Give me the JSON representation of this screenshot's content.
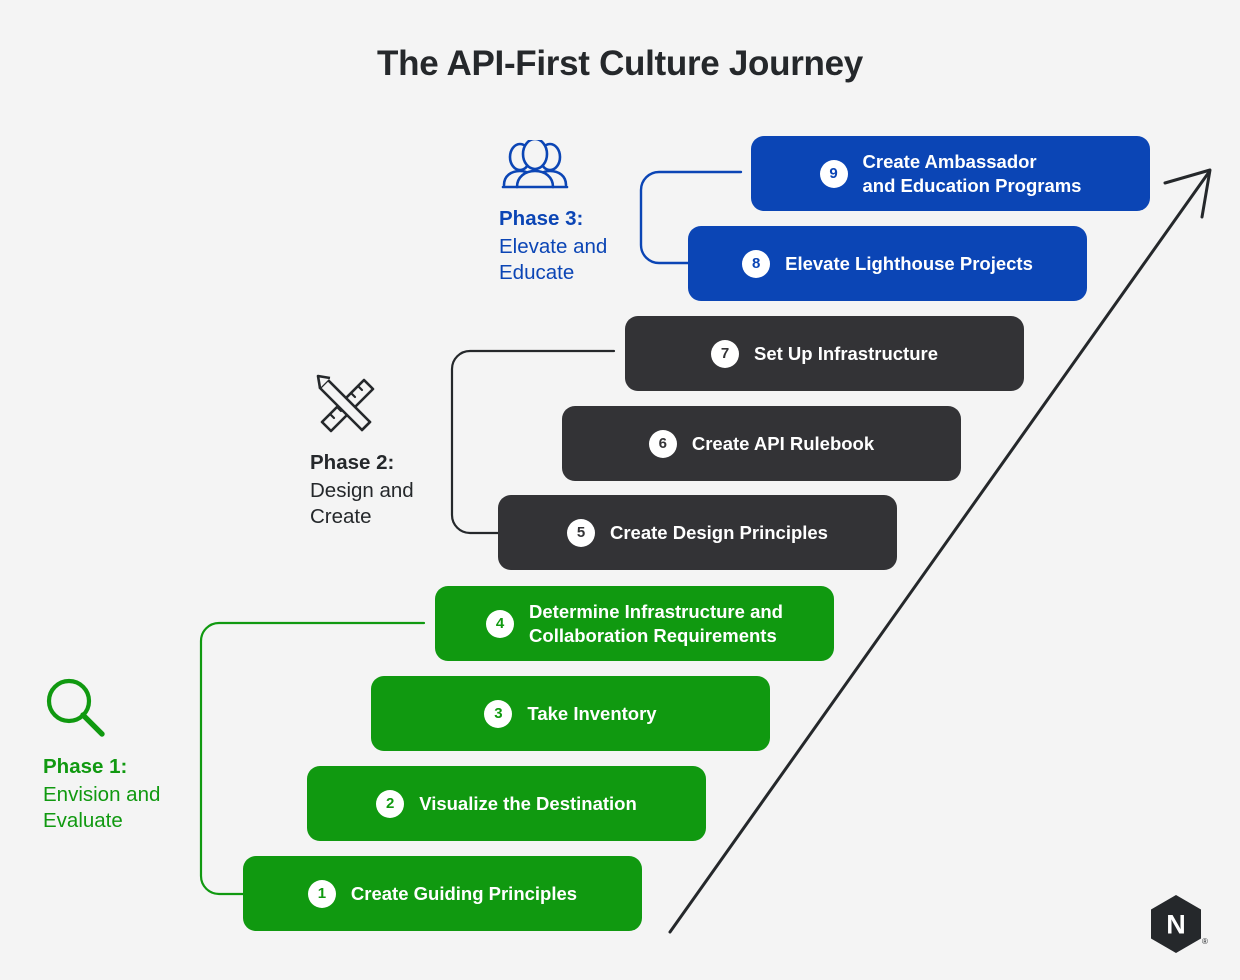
{
  "title": "The API-First Culture Journey",
  "colors": {
    "background": "#f4f4f4",
    "green": "#109910",
    "dark": "#333336",
    "blue": "#0B45B5",
    "title_text": "#25282b",
    "bar_text": "#ffffff"
  },
  "phases": [
    {
      "id": "phase-1",
      "icon": "magnifier-icon",
      "title": "Phase 1:",
      "subtitle": "Envision and\nEvaluate",
      "color": "#109910",
      "theme": "green"
    },
    {
      "id": "phase-2",
      "icon": "ruler-pencil-icon",
      "title": "Phase 2:",
      "subtitle": "Design and\nCreate",
      "color": "#25282b",
      "theme": "dark"
    },
    {
      "id": "phase-3",
      "icon": "people-group-icon",
      "title": "Phase 3:",
      "subtitle": "Elevate and\nEducate",
      "color": "#0B45B5",
      "theme": "blue"
    }
  ],
  "steps": [
    {
      "number": "1",
      "label": "Create Guiding Principles",
      "phase": "phase-1",
      "theme": "green"
    },
    {
      "number": "2",
      "label": "Visualize the Destination",
      "phase": "phase-1",
      "theme": "green"
    },
    {
      "number": "3",
      "label": "Take Inventory",
      "phase": "phase-1",
      "theme": "green"
    },
    {
      "number": "4",
      "label": "Determine Infrastructure and\nCollaboration Requirements",
      "phase": "phase-1",
      "theme": "green"
    },
    {
      "number": "5",
      "label": "Create Design Principles",
      "phase": "phase-2",
      "theme": "dark"
    },
    {
      "number": "6",
      "label": "Create API Rulebook",
      "phase": "phase-2",
      "theme": "dark"
    },
    {
      "number": "7",
      "label": "Set Up Infrastructure",
      "phase": "phase-2",
      "theme": "dark"
    },
    {
      "number": "8",
      "label": "Elevate Lighthouse Projects",
      "phase": "phase-3",
      "theme": "blue"
    },
    {
      "number": "9",
      "label": "Create Ambassador\nand Education Programs",
      "phase": "phase-3",
      "theme": "blue"
    }
  ],
  "arrow": {
    "name": "growth-arrow",
    "direction": "up-right"
  },
  "logo": {
    "name": "nginx-logo",
    "letter": "N",
    "trademark": "®"
  }
}
